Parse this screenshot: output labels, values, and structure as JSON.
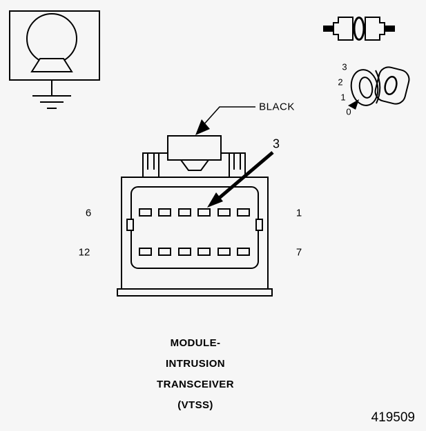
{
  "background": "#f6f6f6",
  "ink": "#000000",
  "connector": {
    "wire_color_label": "BLACK",
    "pin_callout": "3",
    "pin_labels": {
      "top_left": "6",
      "top_right": "1",
      "bottom_left": "12",
      "bottom_right": "7"
    }
  },
  "ignition_switch": {
    "positions": [
      "3",
      "2",
      "1",
      "0"
    ]
  },
  "caption": {
    "line1": "MODULE-",
    "line2": "INTRUSION",
    "line3": "TRANSCEIVER",
    "line4": "(VTSS)"
  },
  "figure_number": "419509",
  "icons": {
    "top_left": "grounded-component-icon",
    "top_right_1": "inline-connector-icon",
    "top_right_2": "ignition-key-icon"
  }
}
